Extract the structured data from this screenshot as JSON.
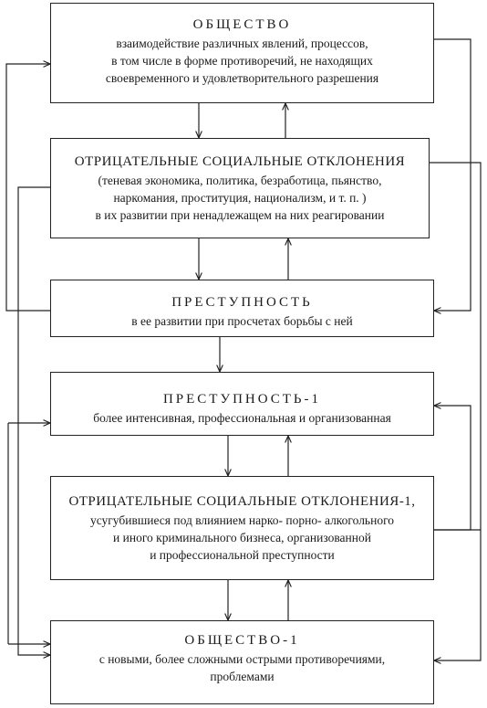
{
  "boxes": [
    {
      "title": "ОБЩЕСТВО",
      "lines": [
        "взаимодействие различных явлений, процессов,",
        "в том числе в форме противоречий, не находящих",
        "своевременного и удовлетворительного разрешения"
      ]
    },
    {
      "title": "ОТРИЦАТЕЛЬНЫЕ СОЦИАЛЬНЫЕ ОТКЛОНЕНИЯ",
      "lines": [
        "(теневая экономика, политика, безработица, пьянство,",
        "наркомания, проституция, национализм, и т. п. )",
        "в их развитии при ненадлежащем на них реагировании"
      ]
    },
    {
      "title": "ПРЕСТУПНОСТЬ",
      "lines": [
        "в ее развитии при просчетах борьбы с ней"
      ]
    },
    {
      "title": "ПРЕСТУПНОСТЬ-1",
      "lines": [
        "более интенсивная, профессиональная и организованная"
      ]
    },
    {
      "title": "ОТРИЦАТЕЛЬНЫЕ СОЦИАЛЬНЫЕ ОТКЛОНЕНИЯ-1,",
      "lines": [
        "усугубившиеся под влиянием нарко- порно- алкогольного",
        "и иного криминального бизнеса, организованной",
        "и профессиональной преступности"
      ]
    },
    {
      "title": "ОБЩЕСТВО-1",
      "lines": [
        "с новыми, более сложными острыми противоречиями,",
        "проблемами"
      ]
    }
  ]
}
